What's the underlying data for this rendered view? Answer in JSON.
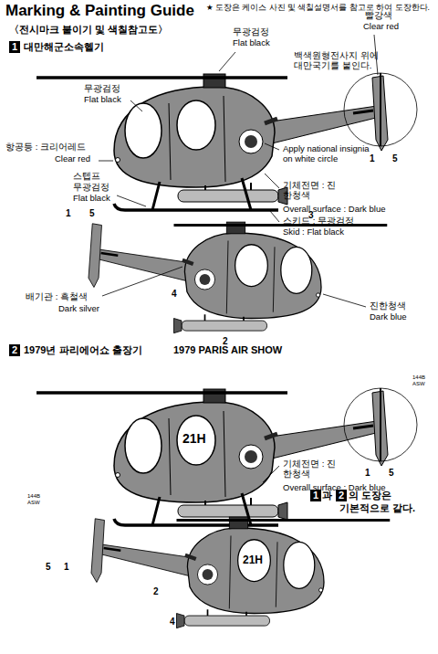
{
  "diagram": {
    "title": "Marking & Painting Guide",
    "nodes": [
      {
        "text": [
          "1"
        ]
      },
      {
        "text": [
          "2"
        ]
      },
      {
        "text": [
          "1"
        ]
      },
      {
        "text": [
          "2"
        ]
      }
    ],
    "labels": [
      "★ 도장은 케이스 사진 및 색칠설명서를 참고로 하여 도장한다.",
      "〈전시마크 붙이기 및 색칠참고도〉",
      "대만해군소속헬기",
      "무광검정",
      "Flat black",
      "무광검정",
      "Flat black",
      "백색원형전사지 위에 대만국기를 붙인다.",
      "빨강색",
      "Clear red",
      "Apply national insignia on white circle",
      "1",
      "5",
      "항공등 : 크리어레드",
      "Clear red",
      "스텝프",
      "무광검정",
      "Flat black",
      "기체전면 : 진한청색",
      "Overall surface : Dark blue",
      "스키드 : 무광검정",
      "Skid : Flat black",
      "1",
      "5",
      "3",
      "배기관 : 흑철색",
      "Dark silver",
      "4",
      "2",
      "진한청색",
      "Dark blue",
      "1979년 파리에어쇼 출장기",
      "1979 PARIS AIR SHOW",
      "21H",
      "144B",
      "ASW",
      "기체전면 : 진한청색",
      "Overall surface : Dark blue",
      "1",
      "5",
      "144B",
      "ASW",
      "과",
      "의 도장은",
      "기본적으로 같다.",
      "5",
      "1",
      "2",
      "4",
      "21H"
    ]
  }
}
